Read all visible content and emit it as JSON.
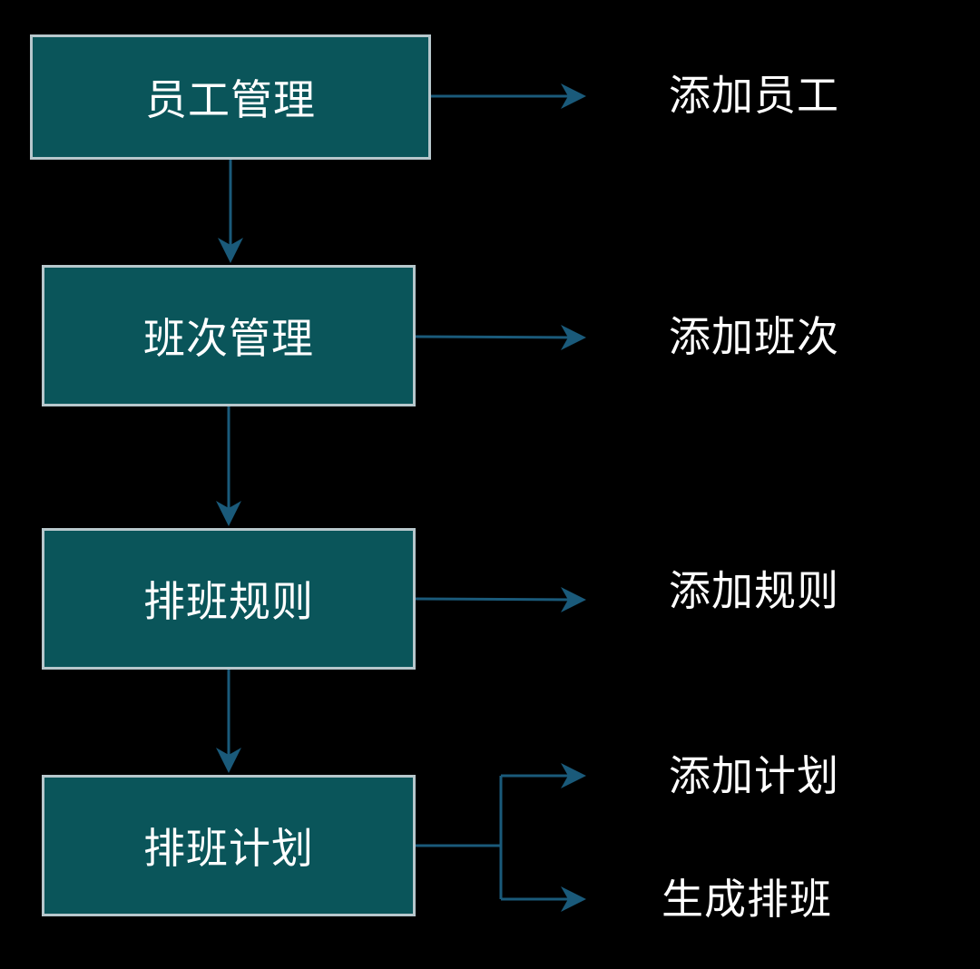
{
  "colors": {
    "background": "#000000",
    "box_fill": "#0a555a",
    "box_border": "#b7c7cc",
    "connector": "#1a5a7a",
    "text": "#ffffff"
  },
  "modules": [
    {
      "label": "员工管理"
    },
    {
      "label": "班次管理"
    },
    {
      "label": "排班规则"
    },
    {
      "label": "排班计划"
    }
  ],
  "actions": [
    {
      "label": "添加员工"
    },
    {
      "label": "添加班次"
    },
    {
      "label": "添加规则"
    },
    {
      "label": "添加计划"
    },
    {
      "label": "生成排班"
    }
  ]
}
